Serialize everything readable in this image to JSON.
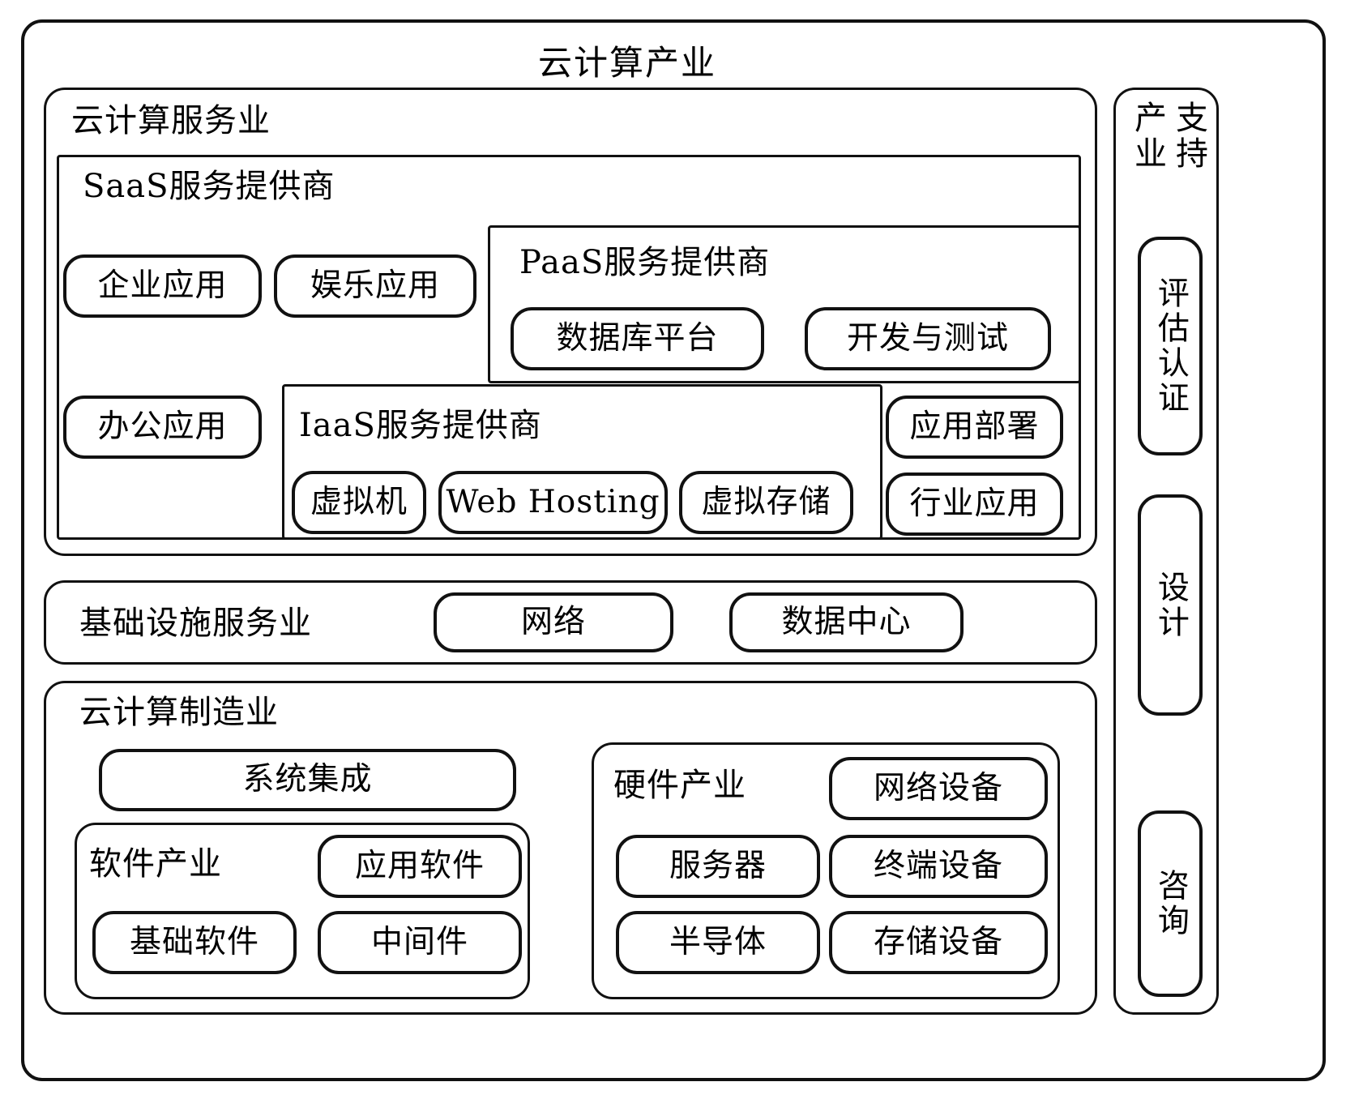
{
  "diagram": {
    "title": "云计算产业",
    "sections": {
      "cloud_service": {
        "label": "云计算服务业",
        "saas": {
          "label": "SaaS服务提供商",
          "items": [
            "企业应用",
            "娱乐应用",
            "办公应用",
            "应用部署",
            "行业应用"
          ]
        },
        "paas": {
          "label": "PaaS服务提供商",
          "items": [
            "数据库平台",
            "开发与测试"
          ]
        },
        "iaas": {
          "label": "IaaS服务提供商",
          "items": [
            "虚拟机",
            "Web Hosting",
            "虚拟存储"
          ]
        }
      },
      "infrastructure": {
        "label": "基础设施服务业",
        "items": [
          "网络",
          "数据中心"
        ]
      },
      "manufacturing": {
        "label": "云计算制造业",
        "system_integration": "系统集成",
        "software": {
          "label": "软件产业",
          "items": [
            "应用软件",
            "基础软件",
            "中间件"
          ]
        },
        "hardware": {
          "label": "硬件产业",
          "items": [
            "网络设备",
            "服务器",
            "终端设备",
            "半导体",
            "存储设备"
          ]
        }
      },
      "support": {
        "label_line1": "支持",
        "label_line2": "产业",
        "items": [
          "评估认证",
          "设计",
          "咨询"
        ]
      }
    }
  },
  "colors": {
    "stroke": "#111111",
    "background": "#ffffff"
  }
}
